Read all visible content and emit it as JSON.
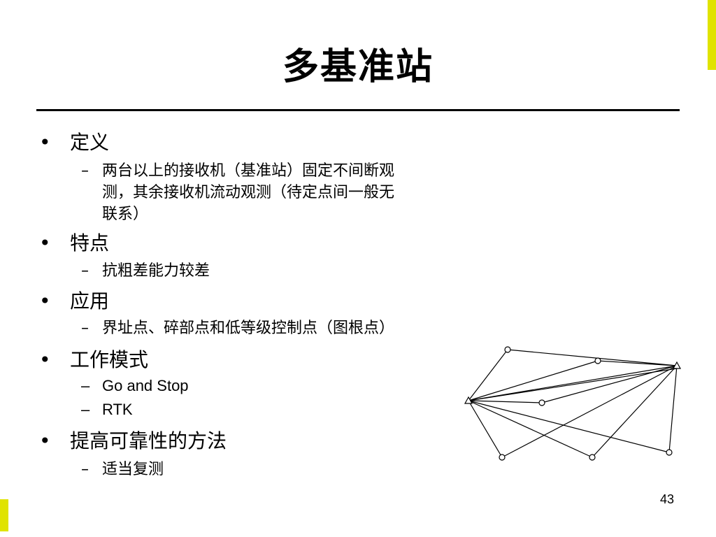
{
  "slide": {
    "title": "多基准站",
    "page_number": "43"
  },
  "bullets": [
    {
      "label": "定义",
      "subs": [
        "两台以上的接收机（基准站）固定不间断观",
        "测，其余接收机流动观测（待定点间一般无",
        "联系）"
      ]
    },
    {
      "label": "特点",
      "subs": [
        "抗粗差能力较差"
      ]
    },
    {
      "label": "应用",
      "subs": [
        "界址点、碎部点和低等级控制点（图根点）"
      ]
    },
    {
      "label": "工作模式",
      "subs": [
        "Go and Stop",
        "RTK"
      ]
    },
    {
      "label": "提高可靠性的方法",
      "subs": [
        "适当复测"
      ]
    }
  ],
  "markers": {
    "bullet": "•",
    "sub": "–"
  },
  "colors": {
    "accent": "#e0e300",
    "text": "#000000",
    "background": "#ffffff"
  }
}
